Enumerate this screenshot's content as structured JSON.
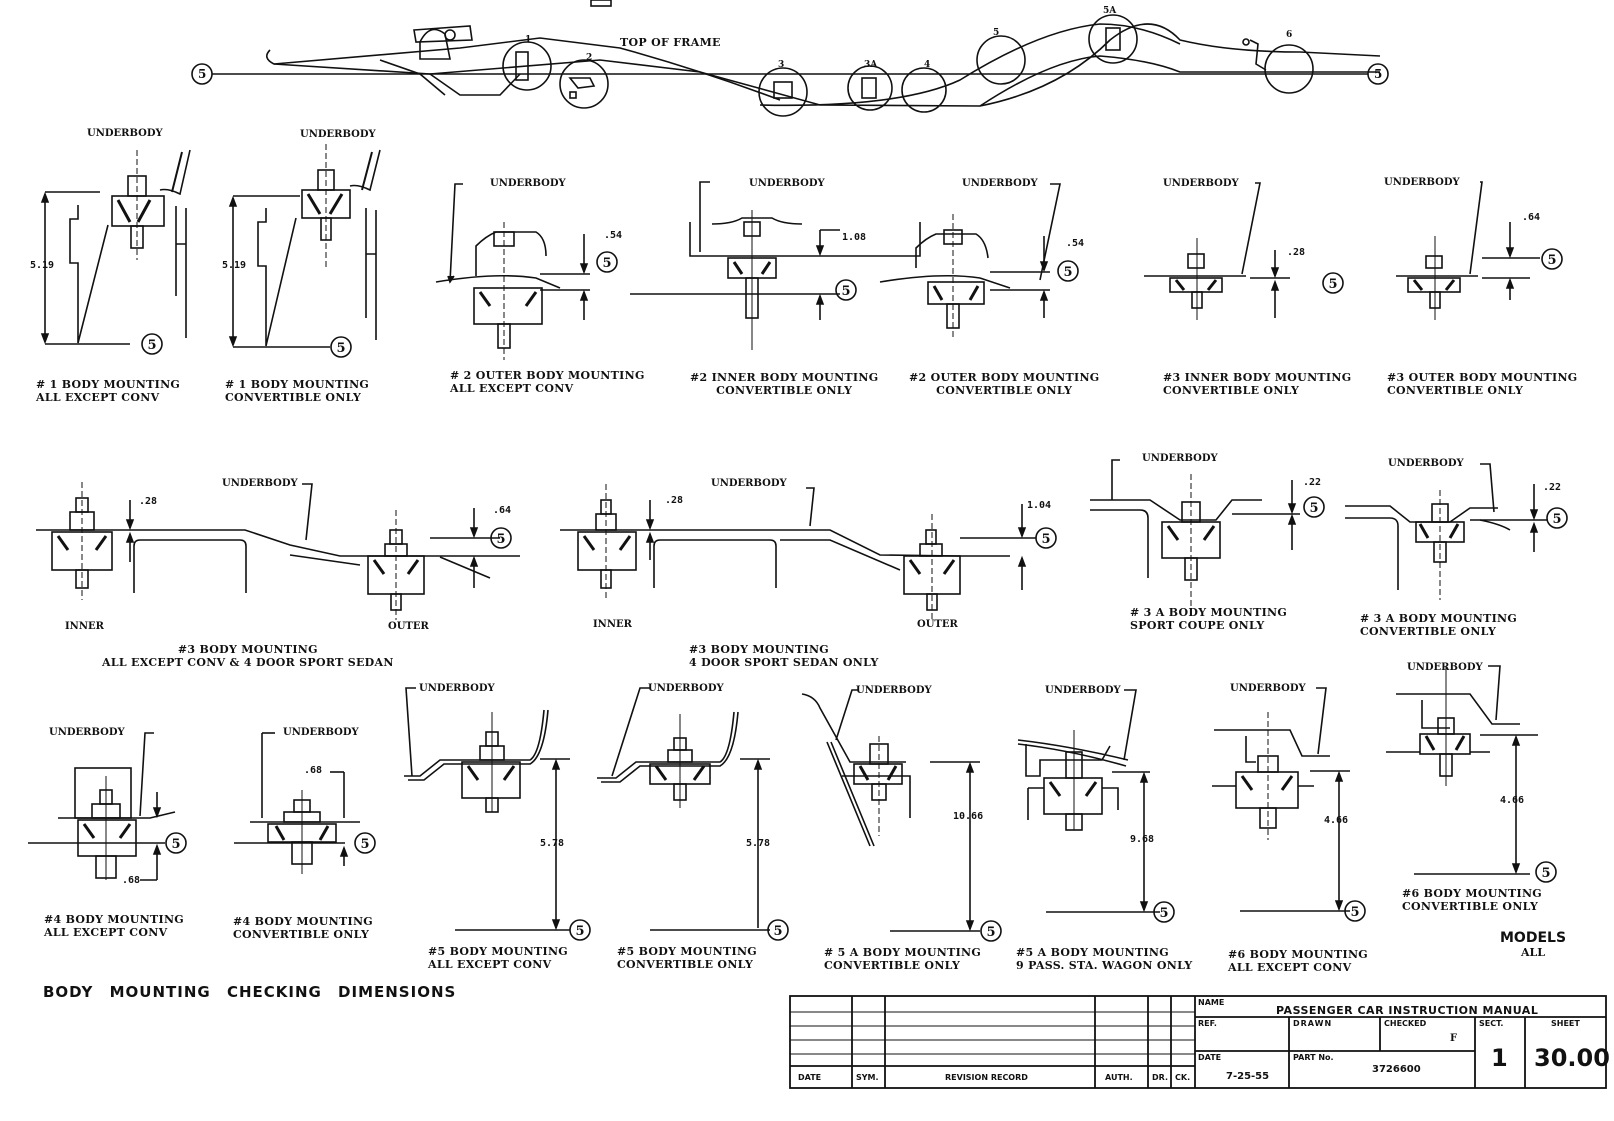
{
  "sheet": {
    "title": "BODY MOUNTING CHECKING DIMENSIONS",
    "models_label": "MODELS",
    "models_value": "ALL"
  },
  "frame_view": {
    "label": "TOP OF FRAME",
    "datum": "5",
    "balloons": [
      "1",
      "2",
      "3",
      "3A",
      "4",
      "5",
      "5A",
      "6"
    ]
  },
  "common": {
    "underbody": "UNDERBODY",
    "datum": "5",
    "inner": "INNER",
    "outer": "OUTER"
  },
  "views": [
    {
      "id": "m1-all",
      "dim": "5.19",
      "caption": [
        "# 1 BODY MOUNTING",
        "ALL EXCEPT CONV"
      ]
    },
    {
      "id": "m1-conv",
      "dim": "5.19",
      "caption": [
        "# 1 BODY MOUNTING",
        "CONVERTIBLE ONLY"
      ]
    },
    {
      "id": "m2-outer-all",
      "dim": ".54",
      "caption": [
        "# 2 OUTER BODY MOUNTING",
        "ALL EXCEPT CONV"
      ]
    },
    {
      "id": "m2-inner-conv",
      "dim": "1.08",
      "caption": [
        "#2 INNER BODY MOUNTING",
        "CONVERTIBLE ONLY"
      ]
    },
    {
      "id": "m2-outer-conv",
      "dim": ".54",
      "caption": [
        "#2 OUTER BODY MOUNTING",
        "CONVERTIBLE ONLY"
      ]
    },
    {
      "id": "m3-inner-conv",
      "dim": ".28",
      "caption": [
        "#3 INNER BODY MOUNTING",
        "CONVERTIBLE ONLY"
      ]
    },
    {
      "id": "m3-outer-conv",
      "dim": ".64",
      "caption": [
        "#3 OUTER BODY MOUNTING",
        "CONVERTIBLE ONLY"
      ]
    },
    {
      "id": "m3-all",
      "dim_inner": ".28",
      "dim_outer": ".64",
      "caption": [
        "#3 BODY MOUNTING",
        "ALL EXCEPT CONV & 4 DOOR SPORT SEDAN"
      ]
    },
    {
      "id": "m3-4dss",
      "dim_inner": ".28",
      "dim_outer": "1.04",
      "caption": [
        "#3 BODY MOUNTING",
        "4 DOOR SPORT SEDAN ONLY"
      ]
    },
    {
      "id": "m3a-coupe",
      "dim": ".22",
      "caption": [
        "# 3 A BODY MOUNTING",
        "SPORT COUPE ONLY"
      ]
    },
    {
      "id": "m3a-conv",
      "dim": ".22",
      "caption": [
        "# 3 A BODY MOUNTING",
        "CONVERTIBLE ONLY"
      ]
    },
    {
      "id": "m4-all",
      "dim": ".68",
      "caption": [
        "#4 BODY MOUNTING",
        "ALL EXCEPT CONV"
      ]
    },
    {
      "id": "m4-conv",
      "dim": ".68",
      "caption": [
        "#4 BODY MOUNTING",
        "CONVERTIBLE ONLY"
      ]
    },
    {
      "id": "m5-all",
      "dim": "5.78",
      "caption": [
        "#5 BODY MOUNTING",
        "ALL EXCEPT CONV"
      ]
    },
    {
      "id": "m5-conv",
      "dim": "5.78",
      "caption": [
        "#5 BODY MOUNTING",
        "CONVERTIBLE ONLY"
      ]
    },
    {
      "id": "m5a-conv",
      "dim": "10.66",
      "caption": [
        "# 5 A BODY MOUNTING",
        "CONVERTIBLE ONLY"
      ]
    },
    {
      "id": "m5a-wagon",
      "dim": "9.68",
      "caption": [
        "#5 A BODY MOUNTING",
        "9 PASS. STA. WAGON ONLY"
      ]
    },
    {
      "id": "m6-all",
      "dim": "4.66",
      "caption": [
        "#6 BODY MOUNTING",
        "ALL EXCEPT CONV"
      ]
    },
    {
      "id": "m6-conv",
      "dim": "4.66",
      "caption": [
        "#6 BODY MOUNTING",
        "CONVERTIBLE ONLY"
      ]
    }
  ],
  "title_block": {
    "revision_headers": [
      "DATE",
      "SYM.",
      "REVISION RECORD",
      "AUTH.",
      "DR.",
      "CK."
    ],
    "name_label": "NAME",
    "name_value": "PASSENGER CAR INSTRUCTION MANUAL",
    "ref_label": "REF.",
    "drawn_label": "DRAWN",
    "checked_label": "CHECKED",
    "checked_value": "F",
    "date_label": "DATE",
    "date_value": "7-25-55",
    "part_label": "PART No.",
    "part_value": "3726600",
    "sect_label": "SECT.",
    "sect_value": "1",
    "sheet_label": "SHEET",
    "sheet_value": "30.00"
  }
}
